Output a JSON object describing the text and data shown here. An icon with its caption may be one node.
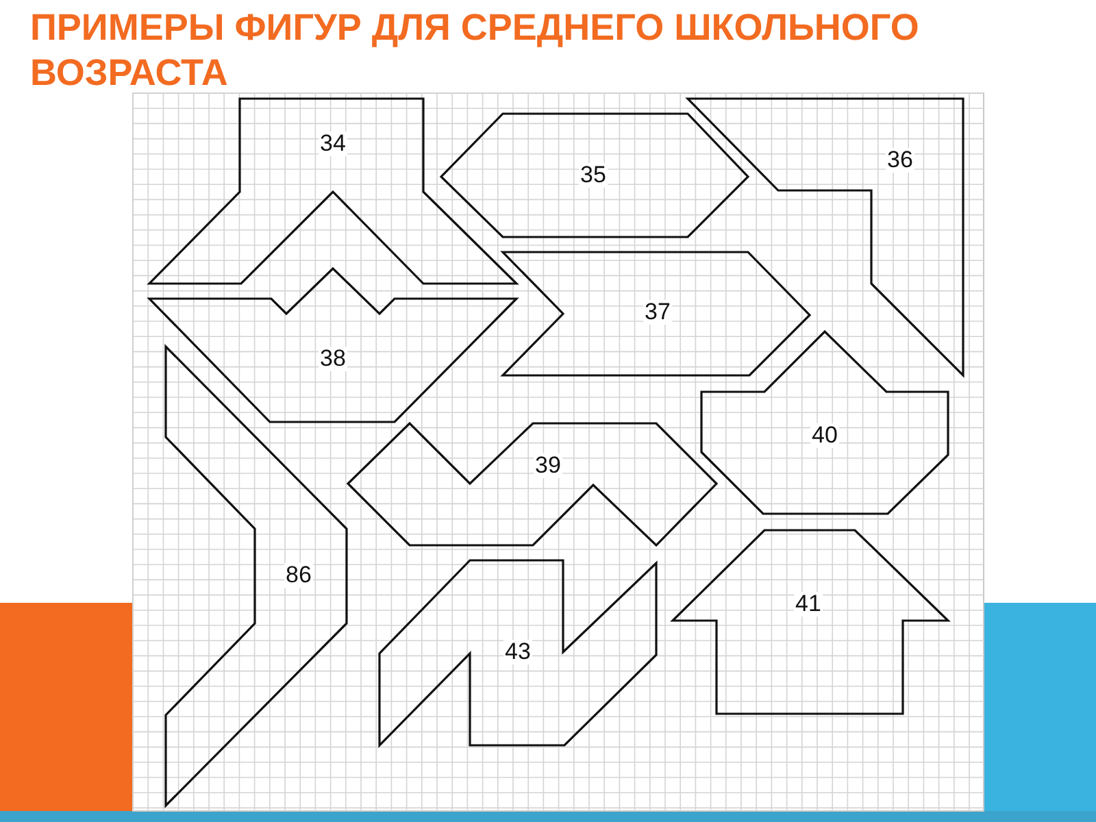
{
  "diagram": {
    "title": "ПРИМЕРЫ ФИГУР ДЛЯ СРЕДНЕГО ШКОЛЬНОГО ВОЗРАСТА",
    "nodes": [
      {
        "text": [
          "34"
        ]
      },
      {
        "text": [
          "35"
        ]
      },
      {
        "text": [
          "36"
        ]
      },
      {
        "text": [
          "38"
        ]
      },
      {
        "text": [
          "37"
        ]
      },
      {
        "text": [
          "86"
        ]
      },
      {
        "text": [
          "39"
        ]
      },
      {
        "text": [
          "40"
        ]
      },
      {
        "text": [
          "41"
        ]
      },
      {
        "text": [
          "43"
        ]
      }
    ]
  }
}
